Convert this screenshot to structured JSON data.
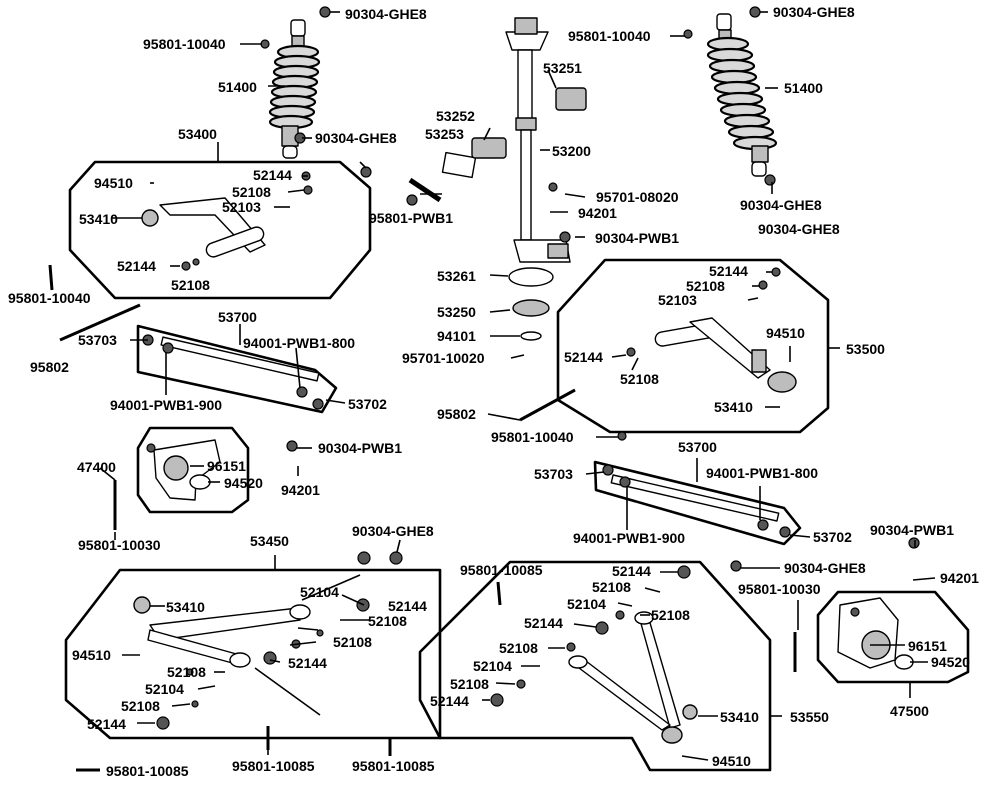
{
  "labels": {
    "p90304_ghe8": "90304-GHE8",
    "p95801_10040": "95801-10040",
    "p51400": "51400",
    "p53400": "53400",
    "p94510": "94510",
    "p52144": "52144",
    "p52108": "52108",
    "p52103": "52103",
    "p53410": "53410",
    "p53700": "53700",
    "p53703": "53703",
    "p94001_pwb1_800": "94001-PWB1-800",
    "p94001_pwb1_900": "94001-PWB1-900",
    "p53702": "53702",
    "p95802": "95802",
    "p90304_pwb1": "90304-PWB1",
    "p47400": "47400",
    "p96151": "96151",
    "p94520": "94520",
    "p94201": "94201",
    "p95801_10030": "95801-10030",
    "p53450": "53450",
    "p52104": "52104",
    "p95801_10085": "95801-10085",
    "p53251": "53251",
    "p53252": "53252",
    "p53253": "53253",
    "p53200": "53200",
    "p95701_08020": "95701-08020",
    "p95801_pwb1": "95801-PWB1",
    "p53261": "53261",
    "p53250": "53250",
    "p94101": "94101",
    "p95701_10020": "95701-10020",
    "p53500": "53500",
    "p53550": "53550",
    "p47500": "47500"
  },
  "colors": {
    "ink": "#000000",
    "part_fill": "#ffffff",
    "shade": "#bdbdbd",
    "background": "#ffffff"
  }
}
